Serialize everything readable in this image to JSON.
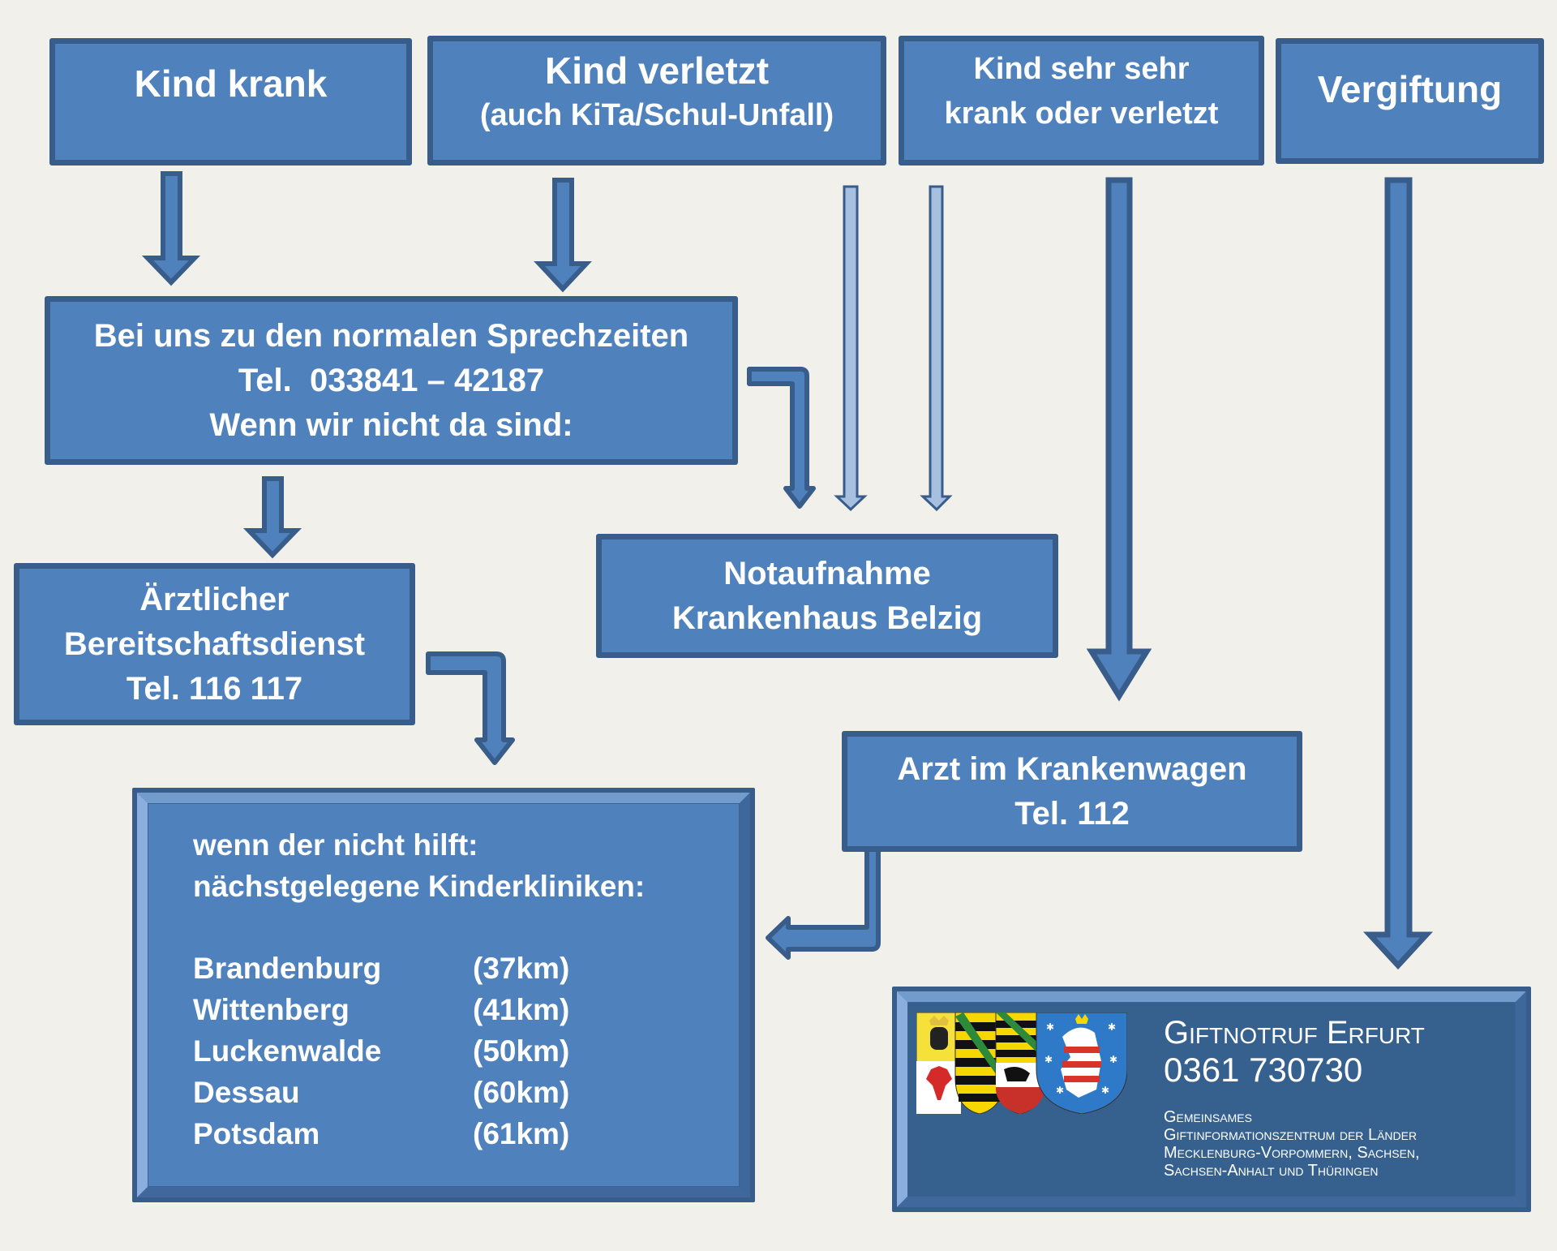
{
  "top_boxes": {
    "kind_krank": "Kind krank",
    "kind_verletzt": [
      "Kind verletzt",
      "(auch KiTa/Schul-Unfall)"
    ],
    "kind_sehr_krank": [
      "Kind sehr sehr",
      "krank oder verletzt"
    ],
    "vergiftung": "Vergiftung"
  },
  "praxis": {
    "line1": "Bei uns zu den normalen Sprechzeiten",
    "line2": "Tel.  033841 – 42187",
    "line3": "Wenn wir nicht da sind:"
  },
  "bereitschaft": {
    "line1": "Ärztlicher",
    "line2": "Bereitschaftsdienst",
    "line3": "Tel. 116 117"
  },
  "notaufnahme": {
    "line1": "Notaufnahme",
    "line2": "Krankenhaus Belzig"
  },
  "krankenwagen": {
    "line1": "Arzt im Krankenwagen",
    "line2": "Tel. 112"
  },
  "kinderkliniken": {
    "intro1": "wenn der nicht hilft:",
    "intro2": "nächstgelegene Kinderkliniken:",
    "clinics": [
      {
        "city": "Brandenburg",
        "distance": "(37km)"
      },
      {
        "city": "Wittenberg",
        "distance": "(41km)"
      },
      {
        "city": "Luckenwalde",
        "distance": "(50km)"
      },
      {
        "city": "Dessau",
        "distance": "(60km)"
      },
      {
        "city": "Potsdam",
        "distance": "(61km)"
      }
    ]
  },
  "giftnotruf": {
    "title": "Giftnotruf Erfurt",
    "phone": "0361 730730",
    "desc": [
      "Gemeinsames",
      "Giftinformationszentrum der Länder",
      "Mecklenburg-Vorpommern, Sachsen,",
      "Sachsen-Anhalt und Thüringen"
    ],
    "crests": [
      "mecklenburg-vorpommern-crest",
      "sachsen-crest",
      "sachsen-anhalt-crest",
      "thueringen-crest"
    ]
  },
  "colors": {
    "box_fill": "#4f81bd",
    "box_border": "#385d8a",
    "light_arrow_fill": "#a7c0e0",
    "background": "#f2f0eb"
  }
}
